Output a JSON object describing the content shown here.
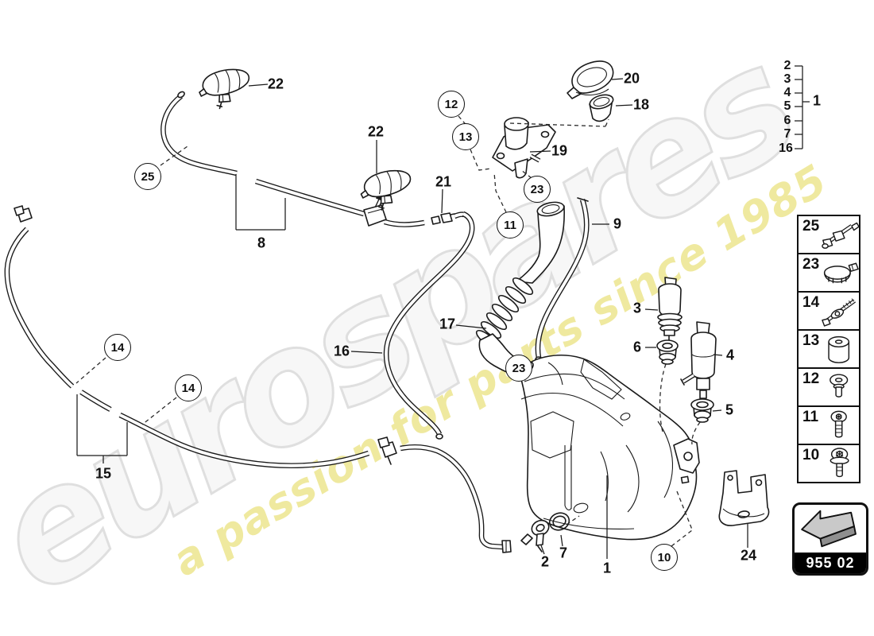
{
  "watermark": {
    "brand": "eurospares",
    "tagline": "a passion for parts since 1985",
    "brand_stroke_color": "#dfdfdf",
    "tagline_color": "#efe89a"
  },
  "category_box": {
    "code": "955 02"
  },
  "right_index": {
    "items": [
      "2",
      "3",
      "4",
      "5",
      "6",
      "7",
      "16"
    ],
    "group_label": "1"
  },
  "legend_items": [
    {
      "number": "25",
      "icon": "nozzle-bracket-icon"
    },
    {
      "number": "23",
      "icon": "hose-clamp-icon"
    },
    {
      "number": "14",
      "icon": "check-valve-screw-icon"
    },
    {
      "number": "13",
      "icon": "rubber-bushing-icon"
    },
    {
      "number": "12",
      "icon": "push-rivet-icon"
    },
    {
      "number": "11",
      "icon": "torx-screw-icon"
    },
    {
      "number": "10",
      "icon": "flanged-screw-icon"
    }
  ],
  "callouts": {
    "plain": [
      {
        "label": "22"
      },
      {
        "label": "22"
      },
      {
        "label": "21"
      },
      {
        "label": "19"
      },
      {
        "label": "20"
      },
      {
        "label": "18"
      },
      {
        "label": "9"
      },
      {
        "label": "17"
      },
      {
        "label": "16"
      },
      {
        "label": "8"
      },
      {
        "label": "15"
      },
      {
        "label": "3"
      },
      {
        "label": "6"
      },
      {
        "label": "4"
      },
      {
        "label": "5"
      },
      {
        "label": "2"
      },
      {
        "label": "7"
      },
      {
        "label": "1"
      },
      {
        "label": "24"
      }
    ],
    "circled": [
      {
        "label": "25"
      },
      {
        "label": "12"
      },
      {
        "label": "13"
      },
      {
        "label": "23"
      },
      {
        "label": "11"
      },
      {
        "label": "14"
      },
      {
        "label": "14"
      },
      {
        "label": "23"
      },
      {
        "label": "10"
      }
    ]
  }
}
